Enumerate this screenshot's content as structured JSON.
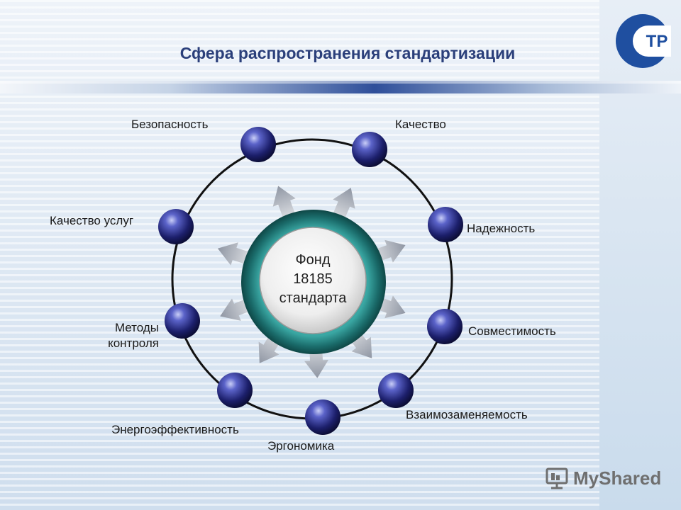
{
  "title": "Сфера распространения стандартизации",
  "logo_text": "ТР",
  "center": {
    "line1": "Фонд",
    "line2": "18185",
    "line3": "стандарта"
  },
  "labels": {
    "safety": "Безопасность",
    "quality": "Качество",
    "service_quality": "Качество услуг",
    "reliability": "Надежность",
    "control_methods_1": "Методы",
    "control_methods_2": "контроля",
    "compatibility": "Совместимость",
    "energy_efficiency": "Энергоэффективность",
    "interchangeability": "Взаимозаменяемость",
    "ergonomics": "Эргономика"
  },
  "watermark": "MyShared",
  "colors": {
    "title": "#2b3f7a",
    "node": "#1c1f6b",
    "ring": "#1a6b6a",
    "band": "#2f4f9a",
    "logo": "#1f4fa0"
  }
}
